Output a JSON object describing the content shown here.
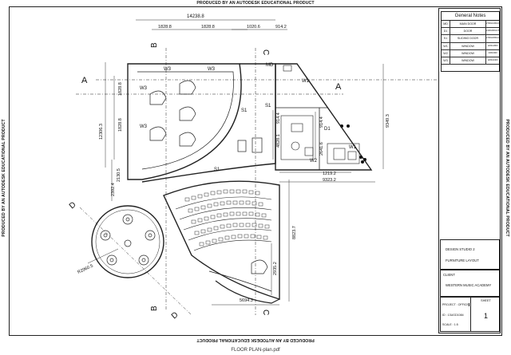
{
  "stamps": {
    "educational": "PRODUCED BY AN AUTODESK EDUCATIONAL PRODUCT"
  },
  "caption": "FLOOR PLAN-plan.pdf",
  "dimensions": {
    "overall_top": "14238.8",
    "d1828_a": "1828.8",
    "d1828_b": "1828.8",
    "d1020": "1020.6",
    "d914_top": "914.2",
    "d12306": "12306.3",
    "d1828_left_a": "1828.8",
    "d1828_left_b": "1828.8",
    "d2130": "2130.5",
    "d2392": "2392.4",
    "d9349": "9349.3",
    "d914_a": "914.4",
    "d914_b": "914.4",
    "d4828": "4828.1",
    "d2641": "2641.6",
    "d1219": "1219.2",
    "d9323": "9323.2",
    "d8823": "8823.7",
    "d2935": "2935.2",
    "d5694": "5694.3",
    "r2960": "R2960.5"
  },
  "section_marks": {
    "a_left": "A",
    "a_right": "A",
    "b_top": "B",
    "b_bottom": "B",
    "c_top": "C",
    "c_bottom": "C",
    "d_left": "D",
    "d_bottom": "D"
  },
  "room_tags": {
    "w3_1": "W3",
    "w3_2": "W3",
    "w3_3": "W3",
    "w3_4": "W3",
    "md": "MD",
    "w1_1": "W1",
    "w1_2": "W1",
    "w2": "W2",
    "d1": "D1",
    "s1_1": "S1",
    "s1_2": "S1",
    "s1_3": "S1"
  },
  "general_notes": {
    "title": "General Notes",
    "rows": [
      {
        "code": "MD",
        "desc": "MAIN DOOR",
        "extra": "2700x1200x4.5"
      },
      {
        "code": "D1",
        "desc": "DOOR",
        "extra": "2100x900x4.5"
      },
      {
        "code": "S1",
        "desc": "SLIDING DOOR",
        "extra": "2700x1800x4.5"
      },
      {
        "code": "W1",
        "desc": "WINDOW",
        "extra": "1200x1800"
      },
      {
        "code": "W2",
        "desc": "WINDOW",
        "extra": "1200x900"
      },
      {
        "code": "W3",
        "desc": "WINDOW",
        "extra": "1200x2400"
      }
    ]
  },
  "title_block": {
    "design": "DESIGN STUDIO 2",
    "subject": "FURNITURE LAYOUT",
    "client_label": "CLIENT",
    "client": "WESTERN MUSIC ACADEMY",
    "project": "PROJECT : OFFICE",
    "id": "ID : 13UGD1084",
    "scale": "SCALE : 1:5",
    "sheet_label": "SHEET",
    "sheet_number": "1"
  }
}
